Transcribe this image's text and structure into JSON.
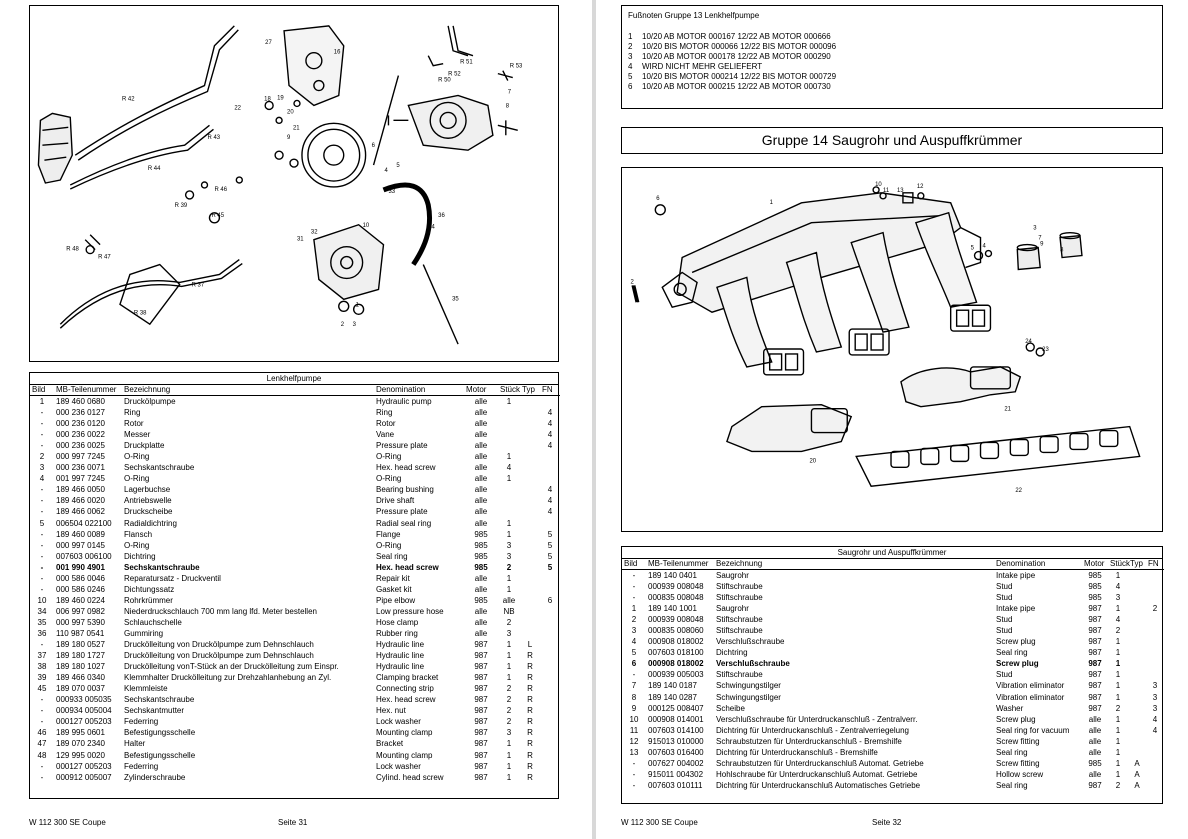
{
  "left_page": {
    "table_title": "Lenkhelfpumpe",
    "columns": [
      "Bild",
      "MB-Teilenummer",
      "Bezeichnung",
      "Denomination",
      "Motor",
      "Stück",
      "Typ",
      "FN"
    ],
    "rows": [
      [
        "1",
        "189 460 0680",
        "Druckölpumpe",
        "Hydraulic pump",
        "alle",
        "1",
        "",
        ""
      ],
      [
        "-",
        "000 236 0127",
        "Ring",
        "Ring",
        "alle",
        "",
        "",
        "4"
      ],
      [
        "-",
        "000 236 0120",
        "Rotor",
        "Rotor",
        "alle",
        "",
        "",
        "4"
      ],
      [
        "-",
        "000 236 0022",
        "Messer",
        "Vane",
        "alle",
        "",
        "",
        "4"
      ],
      [
        "-",
        "000 236 0025",
        "Druckplatte",
        "Pressure plate",
        "alle",
        "",
        "",
        "4"
      ],
      [
        "2",
        "000 997 7245",
        "O-Ring",
        "O-Ring",
        "alle",
        "1",
        "",
        ""
      ],
      [
        "3",
        "000 236 0071",
        "Sechskantschraube",
        "Hex. head screw",
        "alle",
        "4",
        "",
        ""
      ],
      [
        "4",
        "001 997 7245",
        "O-Ring",
        "O-Ring",
        "alle",
        "1",
        "",
        ""
      ],
      [
        "-",
        "189 466 0050",
        "Lagerbuchse",
        "Bearing bushing",
        "alle",
        "",
        "",
        "4"
      ],
      [
        "-",
        "189 466 0020",
        "Antriebswelle",
        "Drive shaft",
        "alle",
        "",
        "",
        "4"
      ],
      [
        "-",
        "189 466 0062",
        "Druckscheibe",
        "Pressure plate",
        "alle",
        "",
        "",
        "4"
      ],
      [
        "5",
        "006504 022100",
        "Radialdichtring",
        "Radial seal ring",
        "alle",
        "1",
        "",
        ""
      ],
      [
        "-",
        "189 460 0089",
        "Flansch",
        "Flange",
        "985",
        "1",
        "",
        "5"
      ],
      [
        "-",
        "000 997 0145",
        "O-Ring",
        "O-Ring",
        "985",
        "3",
        "",
        "5"
      ],
      [
        "-",
        "007603 006100",
        "Dichtring",
        "Seal ring",
        "985",
        "3",
        "",
        "5"
      ],
      [
        "-",
        "001 990 4901",
        "Sechskantschraube",
        "Hex. head screw",
        "985",
        "2",
        "",
        "5"
      ],
      [
        "-",
        "000 586 0046",
        "Reparatursatz - Druckventil",
        "Repair kit",
        "alle",
        "1",
        "",
        ""
      ],
      [
        "-",
        "000 586 0246",
        "Dichtungssatz",
        "Gasket kit",
        "alle",
        "1",
        "",
        ""
      ],
      [
        "10",
        "189 460 0224",
        "Rohrkrümmer",
        "Pipe elbow",
        "985",
        "alle",
        "",
        "6"
      ],
      [
        "34",
        "006 997 0982",
        "Niederdruckschlauch 700 mm lang lfd. Meter bestellen",
        "Low pressure hose",
        "alle",
        "NB",
        "",
        ""
      ],
      [
        "35",
        "000 997 5390",
        "Schlauchschelle",
        "Hose clamp",
        "alle",
        "2",
        "",
        ""
      ],
      [
        "36",
        "110 987 0541",
        "Gummiring",
        "Rubber ring",
        "alle",
        "3",
        "",
        ""
      ],
      [
        "-",
        "189 180 0527",
        "Drucköl­leitung von Druckölpumpe zum Dehnschlauch",
        "Hydraulic line",
        "987",
        "1",
        "L",
        ""
      ],
      [
        "37",
        "189 180 1727",
        "Drucköl­leitung von Druckölpumpe zum Dehnschlauch",
        "Hydraulic line",
        "987",
        "1",
        "R",
        ""
      ],
      [
        "38",
        "189 180 1027",
        "Drucköl­leitung vonT-Stück an der Druckölleitung zum Einspr.",
        "Hydraulic line",
        "987",
        "1",
        "R",
        ""
      ],
      [
        "39",
        "189 466 0340",
        "Klemmhalter Druckölleitung zur Drehzahlanhebung an Zyl.",
        "Clamping bracket",
        "987",
        "1",
        "R",
        ""
      ],
      [
        "45",
        "189 070 0037",
        "Klemmleiste",
        "Connecting strip",
        "987",
        "2",
        "R",
        ""
      ],
      [
        "-",
        "000933 005035",
        "Sechskantschraube",
        "Hex. head screw",
        "987",
        "2",
        "R",
        ""
      ],
      [
        "-",
        "000934 005004",
        "Sechskantmutter",
        "Hex. nut",
        "987",
        "2",
        "R",
        ""
      ],
      [
        "-",
        "000127 005203",
        "Federring",
        "Lock washer",
        "987",
        "2",
        "R",
        ""
      ],
      [
        "46",
        "189 995 0601",
        "Befestigungsschelle",
        "Mounting clamp",
        "987",
        "3",
        "R",
        ""
      ],
      [
        "47",
        "189 070 2340",
        "Halter",
        "Bracket",
        "987",
        "1",
        "R",
        ""
      ],
      [
        "48",
        "129 995 0020",
        "Befestigungsschelle",
        "Mounting clamp",
        "987",
        "1",
        "R",
        ""
      ],
      [
        "-",
        "000127 005203",
        "Federring",
        "Lock washer",
        "987",
        "1",
        "R",
        ""
      ],
      [
        "-",
        "000912 005007",
        "Zylinderschraube",
        "Cylind. head screw",
        "987",
        "1",
        "R",
        ""
      ]
    ],
    "bold_row": 15,
    "footer_model": "W 112 300 SE  Coupe",
    "footer_page": "Seite 31",
    "diagram_labels": [
      "27",
      "16",
      "R 51",
      "R 52",
      "R 53",
      "R 50",
      "7",
      "8",
      "R 42",
      "22",
      "18",
      "19",
      "20",
      "21",
      "9",
      "R 43",
      "R 44",
      "R 46",
      "R 39",
      "R 45",
      "31",
      "32",
      "R 48",
      "R 47",
      "R 37",
      "R 38",
      "36",
      "35",
      "34",
      "33",
      "5",
      "4",
      "2",
      "3",
      "1",
      "6",
      "10"
    ]
  },
  "right_page": {
    "footnotes_title": "Fußnoten Gruppe 13 Lenkhelfpumpe",
    "footnotes": [
      [
        "1",
        "10/20 AB MOTOR 000167 12/22 AB MOTOR 000666"
      ],
      [
        "2",
        "10/20 BIS MOTOR 000066 12/22 BIS MOTOR 000096"
      ],
      [
        "3",
        "10/20 AB MOTOR 000178 12/22 AB MOTOR 000290"
      ],
      [
        "4",
        "WIRD NICHT MEHR GELIEFERT"
      ],
      [
        "5",
        "10/20 BIS MOTOR 000214 12/22 BIS MOTOR 000729"
      ],
      [
        "6",
        "10/20 AB MOTOR 000215 12/22 AB MOTOR 000730"
      ]
    ],
    "group_title": "Gruppe 14 Saugrohr und Auspuffkrümmer",
    "table_title": "Saugrohr und Auspuffkrümmer",
    "columns": [
      "Bild",
      "MB-Teilenummer",
      "Bezeichnung",
      "Denomination",
      "Motor",
      "Stück",
      "Typ",
      "FN"
    ],
    "rows": [
      [
        "-",
        "189 140 0401",
        "Saugrohr",
        "Intake pipe",
        "985",
        "1",
        "",
        ""
      ],
      [
        "-",
        "000939 008048",
        "Stiftschraube",
        "Stud",
        "985",
        "4",
        "",
        ""
      ],
      [
        "-",
        "000835 008048",
        "Stiftschraube",
        "Stud",
        "985",
        "3",
        "",
        ""
      ],
      [
        "1",
        "189 140 1001",
        "Saugrohr",
        "Intake pipe",
        "987",
        "1",
        "",
        "2"
      ],
      [
        "2",
        "000939 008048",
        "Stiftschraube",
        "Stud",
        "987",
        "4",
        "",
        ""
      ],
      [
        "3",
        "000835 008060",
        "Stiftschraube",
        "Stud",
        "987",
        "2",
        "",
        ""
      ],
      [
        "4",
        "000908 018002",
        "Verschlußschraube",
        "Screw plug",
        "987",
        "1",
        "",
        ""
      ],
      [
        "5",
        "007603 018100",
        "Dichtring",
        "Seal ring",
        "987",
        "1",
        "",
        ""
      ],
      [
        "6",
        "000908 018002",
        "Verschlußschraube",
        "Screw plug",
        "987",
        "1",
        "",
        ""
      ],
      [
        "-",
        "000939 005003",
        "Stiftschraube",
        "Stud",
        "987",
        "1",
        "",
        ""
      ],
      [
        "7",
        "189 140 0187",
        "Schwingungstilger",
        "Vibration eliminator",
        "987",
        "1",
        "",
        "3"
      ],
      [
        "8",
        "189 140 0287",
        "Schwingungstilger",
        "Vibration eliminator",
        "987",
        "1",
        "",
        "3"
      ],
      [
        "9",
        "000125 008407",
        "Scheibe",
        "Washer",
        "987",
        "2",
        "",
        "3"
      ],
      [
        "10",
        "000908 014001",
        "Verschlußschraube für Unterdruckanschluß - Zentralverr.",
        "Screw plug",
        "alle",
        "1",
        "",
        "4"
      ],
      [
        "11",
        "007603 014100",
        "Dichtring für Unterdruckanschluß - Zentralverriegelung",
        "Seal ring for vacuum",
        "alle",
        "1",
        "",
        "4"
      ],
      [
        "12",
        "915013 010000",
        "Schraubstutzen für Unterdruckanschluß - Bremshilfe",
        "Screw fitting",
        "alle",
        "1",
        "",
        ""
      ],
      [
        "13",
        "007603 016400",
        "Dichtring für Unterdruckanschluß - Bremshilfe",
        "Seal ring",
        "alle",
        "1",
        "",
        ""
      ],
      [
        "-",
        "007627 004002",
        "Schraubstutzen für Unterdruckanschluß Automat. Getriebe",
        "Screw fitting",
        "985",
        "1",
        "A",
        ""
      ],
      [
        "-",
        "915011 004302",
        "Hohlschraube für Unterdruckanschluß Automat. Getriebe",
        "Hollow screw",
        "alle",
        "1",
        "A",
        ""
      ],
      [
        "-",
        "007603 010111",
        "Dichtring für Unterdruckanschluß Automatisches Getriebe",
        "Seal ring",
        "987",
        "2",
        "A",
        ""
      ]
    ],
    "bold_row": 8,
    "footer_model": "W 112 300 SE  Coupe",
    "footer_page": "Seite 32",
    "diagram_labels": [
      "6",
      "1",
      "10",
      "11",
      "13",
      "12",
      "3",
      "7",
      "9",
      "8",
      "5",
      "4",
      "2",
      "24",
      "23",
      "21",
      "20",
      "22"
    ]
  }
}
